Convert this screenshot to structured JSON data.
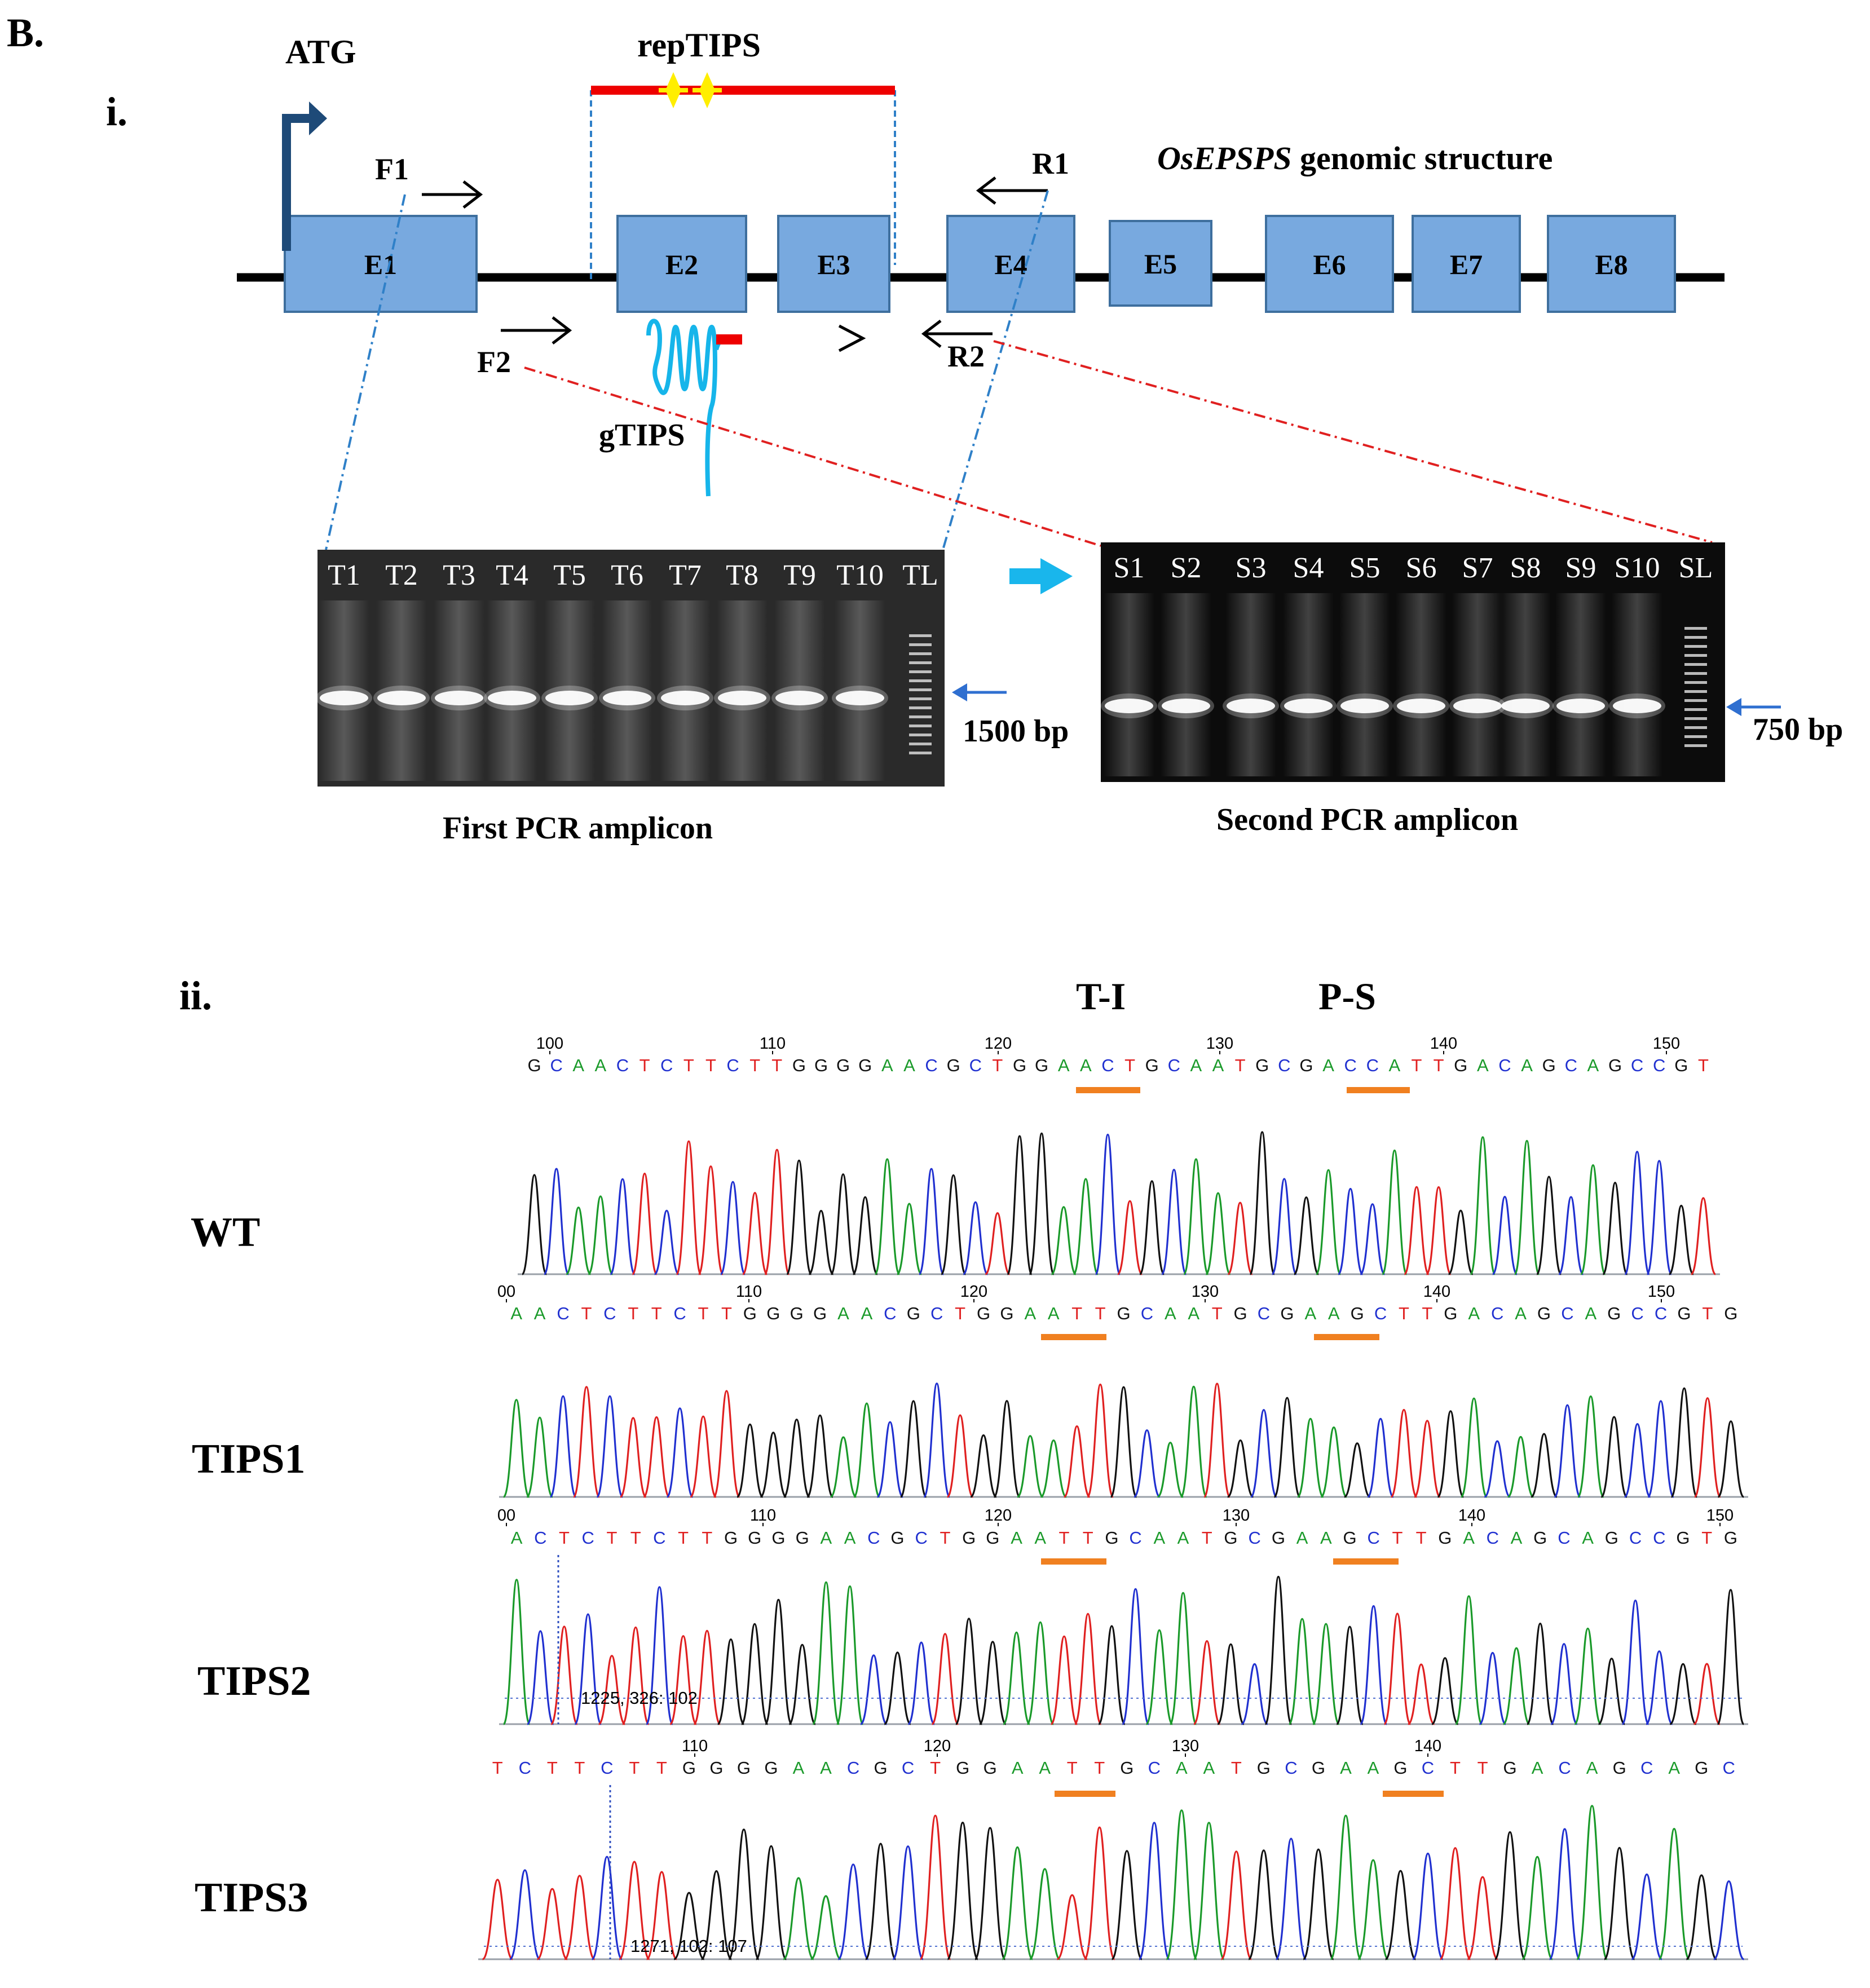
{
  "panel": {
    "label": "B.",
    "part_i": "i.",
    "part_ii": "ii."
  },
  "gene": {
    "title_italic": "OsEPSPS",
    "title_rest": "genomic structure",
    "start_codon": "ATG",
    "exons": [
      "E1",
      "E2",
      "E3",
      "E4",
      "E5",
      "E6",
      "E7",
      "E8"
    ],
    "exon_color": "#78a9df",
    "primers": {
      "f1": "F1",
      "r1": "R1",
      "f2": "F2",
      "r2": "R2"
    },
    "rep_label": "repTIPS",
    "guide_label": "gTIPS",
    "guide_color": "#16b5ea",
    "rep_color": "#ee0000",
    "marker_color": "#ffee00"
  },
  "gels": {
    "first": {
      "lanes": [
        "T1",
        "T2",
        "T3",
        "T4",
        "T5",
        "T6",
        "T7",
        "T8",
        "T9",
        "T10",
        "TL"
      ],
      "size_label": "1500 bp",
      "caption": "First PCR amplicon"
    },
    "second": {
      "lanes": [
        "S1",
        "S2",
        "S3",
        "S4",
        "S5",
        "S6",
        "S7",
        "S8",
        "S9",
        "S10",
        "SL"
      ],
      "size_label": "750 bp",
      "caption": "Second PCR amplicon"
    }
  },
  "sequencing": {
    "mutation_labels": [
      "T-I",
      "P-S"
    ],
    "base_colors": {
      "A": "#1a9a2a",
      "C": "#2030d0",
      "G": "#111111",
      "T": "#e02020"
    },
    "highlight_color": "#f08020",
    "tracks": [
      {
        "name": "WT",
        "positions": [
          "100",
          "110",
          "120",
          "130",
          "140",
          "150"
        ],
        "sequence": "GCAACTCTTCTTGGGGAACGCTGGAACTGCAATGCGACCATTGACAGCAGCCGT",
        "coordinate": ""
      },
      {
        "name": "TIPS1",
        "positions": [
          "00",
          "110",
          "120",
          "130",
          "140",
          "150"
        ],
        "sequence": "AACTCTTCTTGGGGAACGCTGGAATTGCAATGCGAAGCTTGACAGCAGCCGTG",
        "coordinate": ""
      },
      {
        "name": "TIPS2",
        "positions": [
          "00",
          "110",
          "120",
          "130",
          "140",
          "150"
        ],
        "sequence": "ACTCTTCTTGGGGAACGCTGGAATTGCAATGCGAAGCTTGACAGCAGCCGTG",
        "coordinate": "1225, 326: 102"
      },
      {
        "name": "TIPS3",
        "positions": [
          "110",
          "120",
          "130",
          "140"
        ],
        "sequence": "TCTTCTTGGGGAACGCTGGAATTGCAATGCGAAGCTTGACAGCAGC",
        "coordinate": "1271, 102: 107"
      }
    ]
  }
}
